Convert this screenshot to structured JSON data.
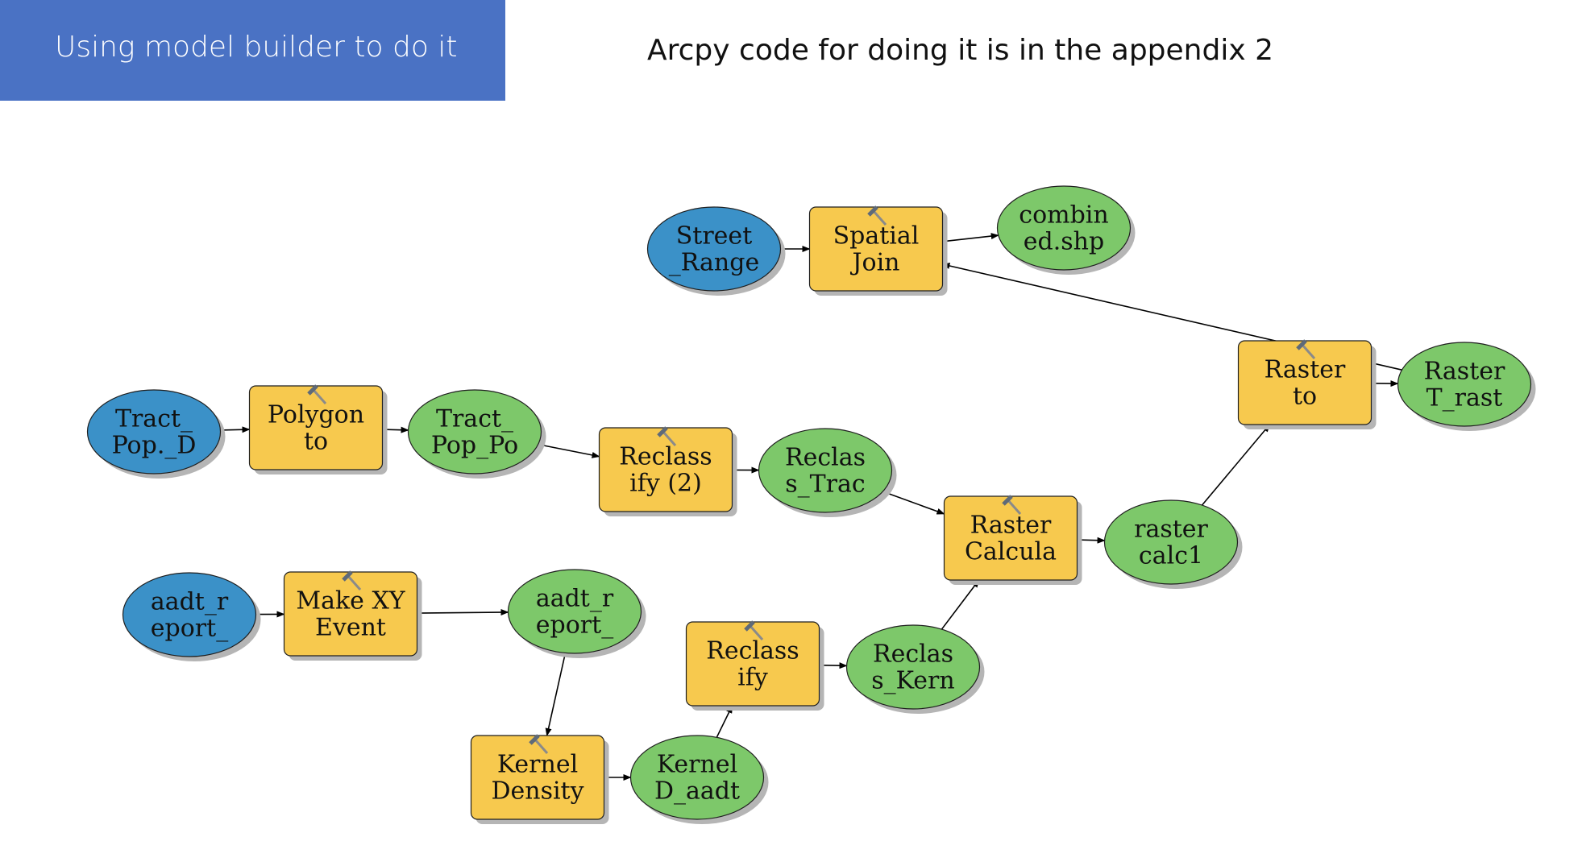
{
  "header": {
    "title": "Using model builder to do it",
    "note": "Arcpy code for doing it is in the appendix 2"
  },
  "colors": {
    "banner": "#4a72c4",
    "input_fill": "#3b91c8",
    "output_fill": "#7dc86a",
    "tool_fill": "#f7c94e",
    "outline": "#1f1f1f",
    "shadow": "#b5b5b5"
  },
  "nodes": [
    {
      "id": "street-range",
      "kind": "input",
      "lines": [
        "Street",
        "_Range"
      ]
    },
    {
      "id": "spatial-join",
      "kind": "tool",
      "icon": "hammer-icon",
      "lines": [
        "Spatial",
        "Join"
      ]
    },
    {
      "id": "combined-shp",
      "kind": "output",
      "lines": [
        "combin",
        "ed.shp"
      ]
    },
    {
      "id": "tract-pop-d",
      "kind": "input",
      "lines": [
        "Tract_",
        "Pop._D"
      ]
    },
    {
      "id": "polygon-to",
      "kind": "tool",
      "icon": "hammer-icon",
      "lines": [
        "Polygon",
        "to"
      ]
    },
    {
      "id": "tract-pop-po",
      "kind": "output",
      "lines": [
        "Tract_",
        "Pop_Po"
      ]
    },
    {
      "id": "reclassify-2",
      "kind": "tool",
      "icon": "hammer-icon",
      "lines": [
        "Reclass",
        "ify (2)"
      ]
    },
    {
      "id": "reclass-trac",
      "kind": "output",
      "lines": [
        "Reclas",
        "s_Trac"
      ]
    },
    {
      "id": "raster-calculator",
      "kind": "tool",
      "icon": "hammer-icon",
      "lines": [
        "Raster",
        "Calcula"
      ]
    },
    {
      "id": "raster-calc1",
      "kind": "output",
      "lines": [
        "raster",
        "calc1"
      ]
    },
    {
      "id": "raster-to",
      "kind": "tool",
      "icon": "hammer-icon",
      "lines": [
        "Raster",
        "to"
      ]
    },
    {
      "id": "raster-t-rast",
      "kind": "output",
      "lines": [
        "Raster",
        "T_rast"
      ]
    },
    {
      "id": "aadt-report-in",
      "kind": "input",
      "lines": [
        "aadt_r",
        "eport_"
      ]
    },
    {
      "id": "make-xy-event",
      "kind": "tool",
      "icon": "hammer-icon",
      "lines": [
        "Make XY",
        "Event"
      ]
    },
    {
      "id": "aadt-report-out",
      "kind": "output",
      "lines": [
        "aadt_r",
        "eport_"
      ]
    },
    {
      "id": "kernel-density",
      "kind": "tool",
      "icon": "hammer-icon",
      "lines": [
        "Kernel",
        "Density"
      ]
    },
    {
      "id": "kernel-d-aadt",
      "kind": "output",
      "lines": [
        "Kernel",
        "D_aadt"
      ]
    },
    {
      "id": "reclassify",
      "kind": "tool",
      "icon": "hammer-icon",
      "lines": [
        "Reclass",
        "ify"
      ]
    },
    {
      "id": "reclass-kern",
      "kind": "output",
      "lines": [
        "Reclas",
        "s_Kern"
      ]
    }
  ],
  "edges": [
    {
      "from": "street-range",
      "to": "spatial-join"
    },
    {
      "from": "spatial-join",
      "to": "combined-shp"
    },
    {
      "from": "raster-t-rast",
      "to": "spatial-join"
    },
    {
      "from": "tract-pop-d",
      "to": "polygon-to"
    },
    {
      "from": "polygon-to",
      "to": "tract-pop-po"
    },
    {
      "from": "tract-pop-po",
      "to": "reclassify-2"
    },
    {
      "from": "reclassify-2",
      "to": "reclass-trac"
    },
    {
      "from": "reclass-trac",
      "to": "raster-calculator"
    },
    {
      "from": "raster-calculator",
      "to": "raster-calc1"
    },
    {
      "from": "raster-calc1",
      "to": "raster-to"
    },
    {
      "from": "raster-to",
      "to": "raster-t-rast"
    },
    {
      "from": "aadt-report-in",
      "to": "make-xy-event"
    },
    {
      "from": "make-xy-event",
      "to": "aadt-report-out"
    },
    {
      "from": "aadt-report-out",
      "to": "kernel-density"
    },
    {
      "from": "kernel-density",
      "to": "kernel-d-aadt"
    },
    {
      "from": "kernel-d-aadt",
      "to": "reclassify"
    },
    {
      "from": "reclassify",
      "to": "reclass-kern"
    },
    {
      "from": "reclass-kern",
      "to": "raster-calculator"
    }
  ]
}
